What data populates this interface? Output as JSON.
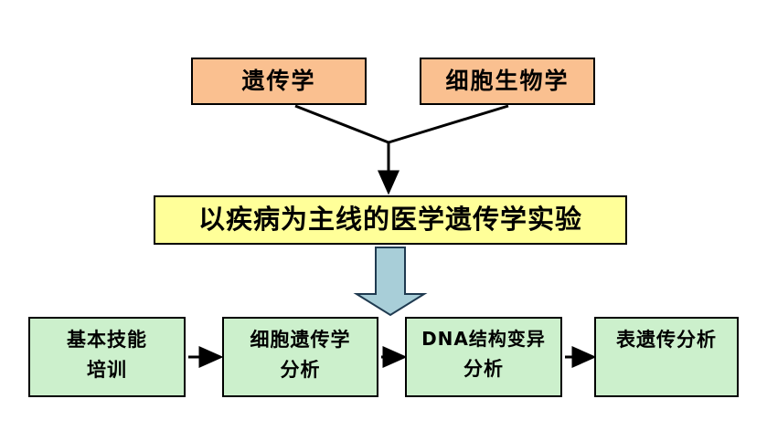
{
  "diagram": {
    "title_text": "以疾病为主线的医学遗传学实验",
    "background_color": "#ffffff",
    "sources": [
      {
        "id": "genetics",
        "label": "遗传学",
        "fill": "#fac090",
        "stroke": "#000000"
      },
      {
        "id": "cellbio",
        "label": "细胞生物学",
        "fill": "#fac090",
        "stroke": "#000000"
      }
    ],
    "theme": {
      "id": "theme",
      "label": "以疾病为主线的医学遗传学实验",
      "fill": "#ffff99",
      "stroke": "#000000"
    },
    "block_arrow": {
      "name": "down-block-arrow",
      "fill": "#a8ced8",
      "stroke": "#1f3a50"
    },
    "modules": [
      {
        "id": "basic-skills",
        "line1": "基本技能",
        "line2": "培训",
        "fill": "#ccf0cc",
        "stroke": "#000000"
      },
      {
        "id": "cytogenetic",
        "line1": "细胞遗传学",
        "line2": "分析",
        "fill": "#ccf0cc",
        "stroke": "#000000"
      },
      {
        "id": "dna-variant",
        "line1": "DNA结构变异",
        "line2": "分析",
        "fill": "#ccf0cc",
        "stroke": "#000000"
      },
      {
        "id": "epigenetic",
        "line1": "表遗传分析",
        "line2": "",
        "fill": "#ccf0cc",
        "stroke": "#000000"
      }
    ],
    "connectors": [
      {
        "name": "genetics-to-junction",
        "from": "genetics",
        "to": "theme",
        "style": "line"
      },
      {
        "name": "cellbio-to-junction",
        "from": "cellbio",
        "to": "theme",
        "style": "line"
      },
      {
        "name": "junction-to-theme",
        "from": "junction",
        "to": "theme",
        "style": "arrow"
      },
      {
        "name": "theme-to-modules",
        "from": "theme",
        "to": "modules",
        "style": "block-arrow"
      },
      {
        "name": "basic-skills-to-cytogenetic",
        "from": "basic-skills",
        "to": "cytogenetic",
        "style": "arrow"
      },
      {
        "name": "cytogenetic-to-dna-variant",
        "from": "cytogenetic",
        "to": "dna-variant",
        "style": "arrow"
      },
      {
        "name": "dna-variant-to-epigenetic",
        "from": "dna-variant",
        "to": "epigenetic",
        "style": "arrow"
      }
    ]
  }
}
